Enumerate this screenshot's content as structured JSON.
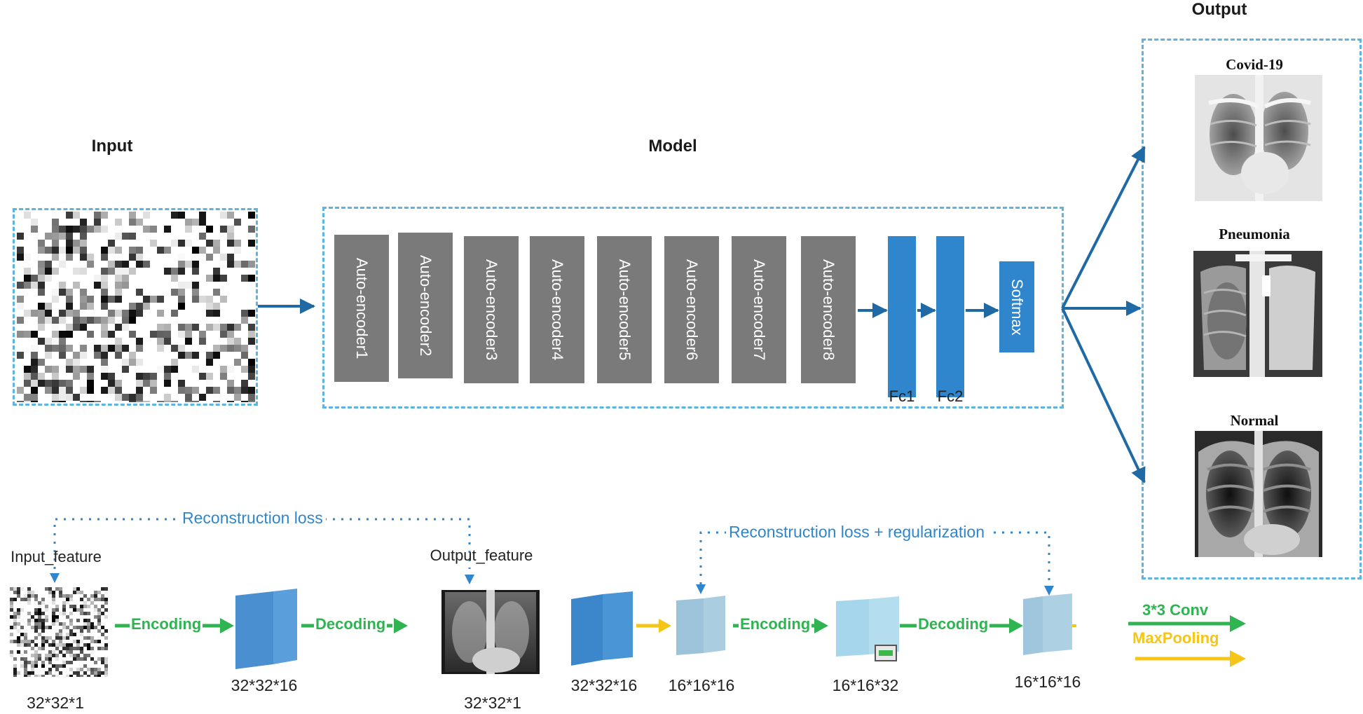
{
  "sections": {
    "input_title": "Input",
    "model_title": "Model",
    "output_title": "Output"
  },
  "model": {
    "autoencoders": [
      "Auto-encoder1",
      "Auto-encoder2",
      "Auto-encoder3",
      "Auto-encoder4",
      "Auto-encoder5",
      "Auto-encoder6",
      "Auto-encoder7",
      "Auto-encoder8"
    ],
    "fc1": "Fc1",
    "fc2": "Fc2",
    "softmax": "Softmax"
  },
  "outputs": [
    {
      "label": "Covid-19"
    },
    {
      "label": "Pneumonia"
    },
    {
      "label": "Normal"
    }
  ],
  "lower": {
    "recon_loss": "Reconstruction loss",
    "recon_loss_reg": "Reconstruction loss + regularization",
    "input_feature": "Input_feature",
    "output_feature": "Output_feature",
    "encoding": "Encoding",
    "decoding": "Decoding",
    "dims": {
      "input": "32*32*1",
      "enc1": "32*32*16",
      "output": "32*32*1",
      "block_a": "32*32*16",
      "block_b": "16*16*16",
      "block_c": "16*16*32",
      "block_d": "16*16*16"
    }
  },
  "legend": {
    "conv": "3*3 Conv",
    "pool": "MaxPooling"
  },
  "colors": {
    "blue": "#2f86cc",
    "dash": "#5fb3df",
    "grey": "#7a7a7a",
    "green": "#2fb451",
    "yellow": "#f5c518",
    "arrow": "#1f6aa5"
  }
}
